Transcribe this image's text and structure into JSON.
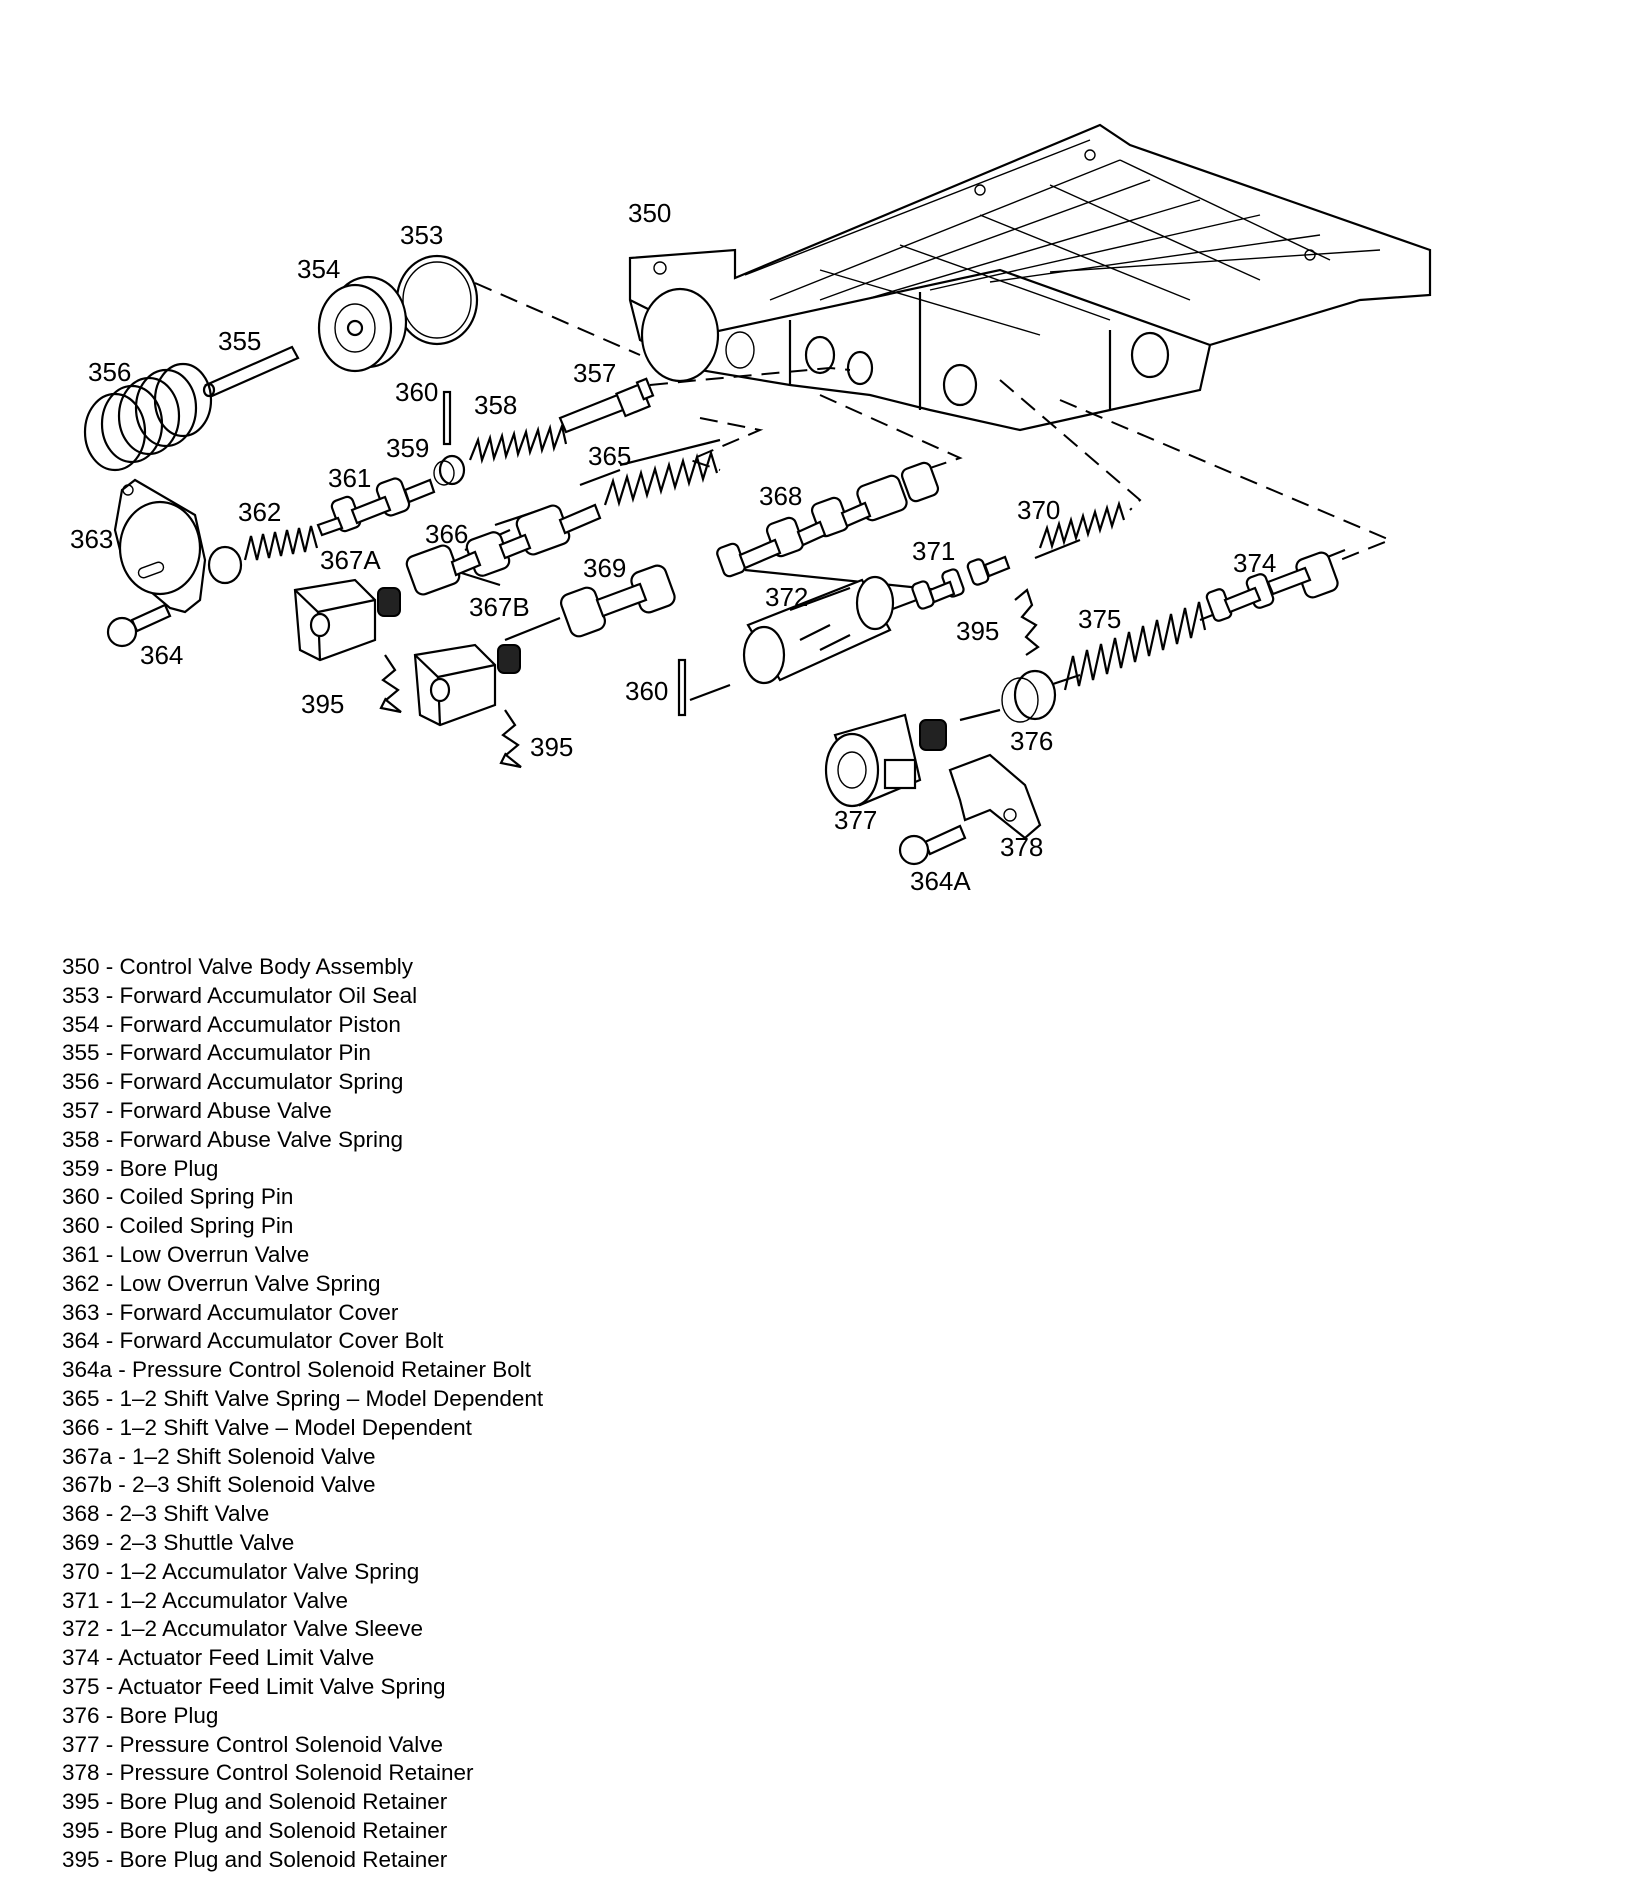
{
  "callouts": {
    "c350": "350",
    "c353": "353",
    "c354": "354",
    "c355": "355",
    "c356": "356",
    "c357": "357",
    "c358": "358",
    "c359": "359",
    "c360a": "360",
    "c360b": "360",
    "c361": "361",
    "c362": "362",
    "c363": "363",
    "c364": "364",
    "c364a": "364A",
    "c365": "365",
    "c366": "366",
    "c367a": "367A",
    "c367b": "367B",
    "c368": "368",
    "c369": "369",
    "c370": "370",
    "c371": "371",
    "c372": "372",
    "c374": "374",
    "c375": "375",
    "c376": "376",
    "c377": "377",
    "c378": "378",
    "c395a": "395",
    "c395b": "395",
    "c395c": "395"
  },
  "legend": [
    "350 - Control Valve Body Assembly",
    "353 - Forward Accumulator Oil Seal",
    "354 - Forward Accumulator Piston",
    "355 - Forward Accumulator Pin",
    "356 - Forward Accumulator Spring",
    "357 - Forward Abuse Valve",
    "358 - Forward Abuse Valve Spring",
    "359 - Bore Plug",
    "360 - Coiled Spring Pin",
    "360 - Coiled Spring Pin",
    "361 - Low Overrun Valve",
    "362 - Low Overrun Valve Spring",
    "363 - Forward Accumulator Cover",
    "364 - Forward Accumulator Cover Bolt",
    "364a - Pressure Control Solenoid Retainer Bolt",
    "365 - 1–2 Shift Valve Spring – Model Dependent",
    "366 - 1–2 Shift Valve – Model Dependent",
    "367a - 1–2 Shift Solenoid Valve",
    "367b - 2–3 Shift Solenoid Valve",
    "368 - 2–3 Shift Valve",
    "369 - 2–3 Shuttle Valve",
    "370 - 1–2 Accumulator Valve Spring",
    "371 - 1–2 Accumulator Valve",
    "372 - 1–2 Accumulator Valve Sleeve",
    "374 - Actuator Feed Limit Valve",
    "375 - Actuator Feed Limit Valve Spring",
    "376 - Bore Plug",
    "377 - Pressure Control Solenoid Valve",
    "378 - Pressure Control Solenoid Retainer",
    "395 - Bore Plug and Solenoid Retainer",
    "395 - Bore Plug and Solenoid Retainer",
    "395 - Bore Plug and Solenoid Retainer"
  ]
}
